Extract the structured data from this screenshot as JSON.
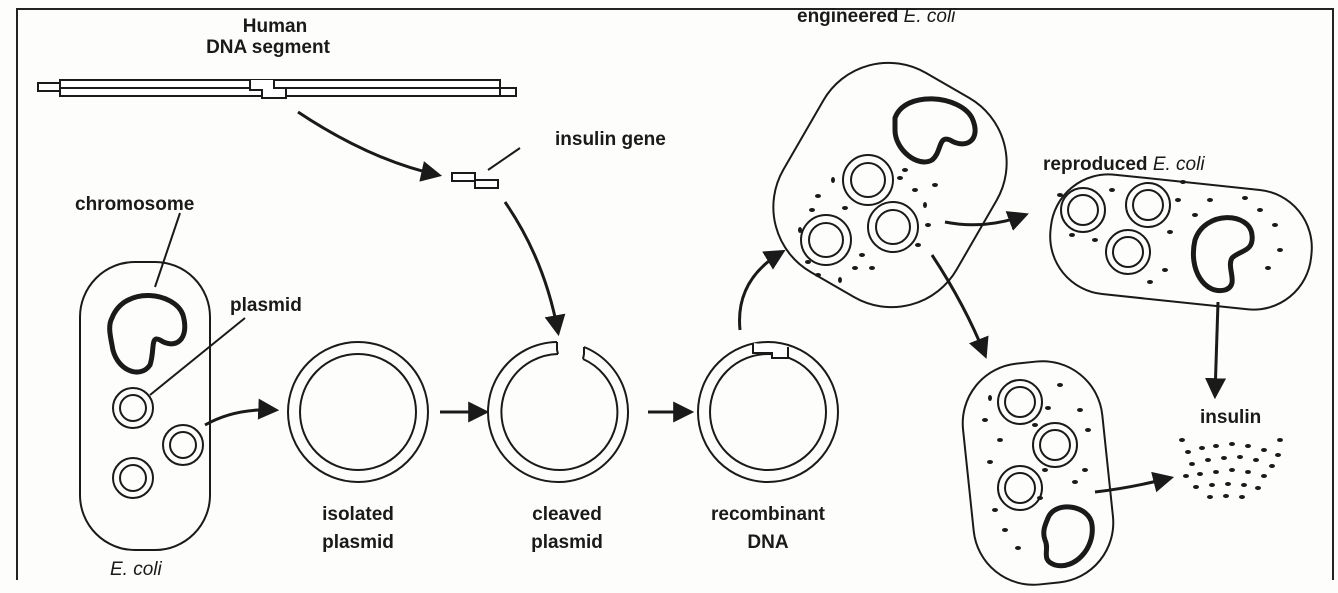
{
  "diagram": {
    "labels": {
      "human_dna_line1": "Human",
      "human_dna_line2": "DNA segment",
      "insulin_gene": "insulin gene",
      "chromosome": "chromosome",
      "plasmid": "plasmid",
      "e_coli": "E. coli",
      "isolated_line1": "isolated",
      "isolated_line2": "plasmid",
      "cleaved_line1": "cleaved",
      "cleaved_line2": "plasmid",
      "recombinant_line1": "recombinant",
      "recombinant_line2": "DNA",
      "engineered_prefix": "engineered ",
      "engineered_italic": "E. coli",
      "reproduced_prefix": "reproduced ",
      "reproduced_italic": "E. coli",
      "insulin": "insulin"
    }
  }
}
